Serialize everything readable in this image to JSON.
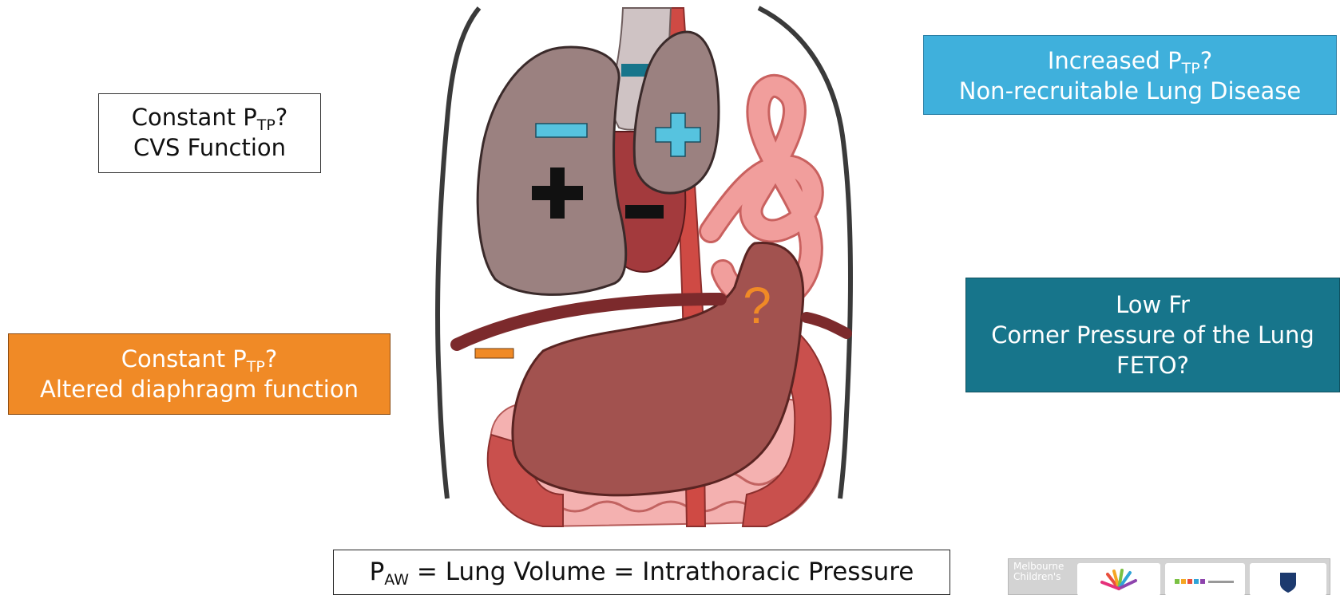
{
  "boxes": {
    "cvs": {
      "line1_prefix": "Constant P",
      "line1_sub": "TP",
      "line1_suffix": "?",
      "line2": "CVS Function"
    },
    "diaphragm": {
      "line1_prefix": "Constant P",
      "line1_sub": "TP",
      "line1_suffix": "?",
      "line2": "Altered diaphragm function"
    },
    "lung_disease": {
      "line1_prefix": "Increased P",
      "line1_sub": "TP",
      "line1_suffix": "?",
      "line2": "Non-recruitable Lung Disease"
    },
    "low_fr": {
      "line1": "Low Fr",
      "line2": "Corner Pressure of the Lung",
      "line3": "FETO?"
    },
    "formula": {
      "prefix": "P",
      "sub": "AW",
      "suffix": " = Lung Volume = Intrathoracic Pressure"
    }
  },
  "illustration": {
    "question_mark": "?",
    "colors": {
      "lung": "#9b8180",
      "heart": "#a33a3d",
      "stomach": "#a2524f",
      "intestine": "#c9504d",
      "aorta": "#cf4a44",
      "bowel": "#f19e9c",
      "diaphragm": "#7c2a2c",
      "orange": "#f08a26",
      "cyan": "#56c3df",
      "teal": "#17758b"
    }
  },
  "logo": {
    "text_line1": "Melbourne",
    "text_line2": "Children's"
  }
}
